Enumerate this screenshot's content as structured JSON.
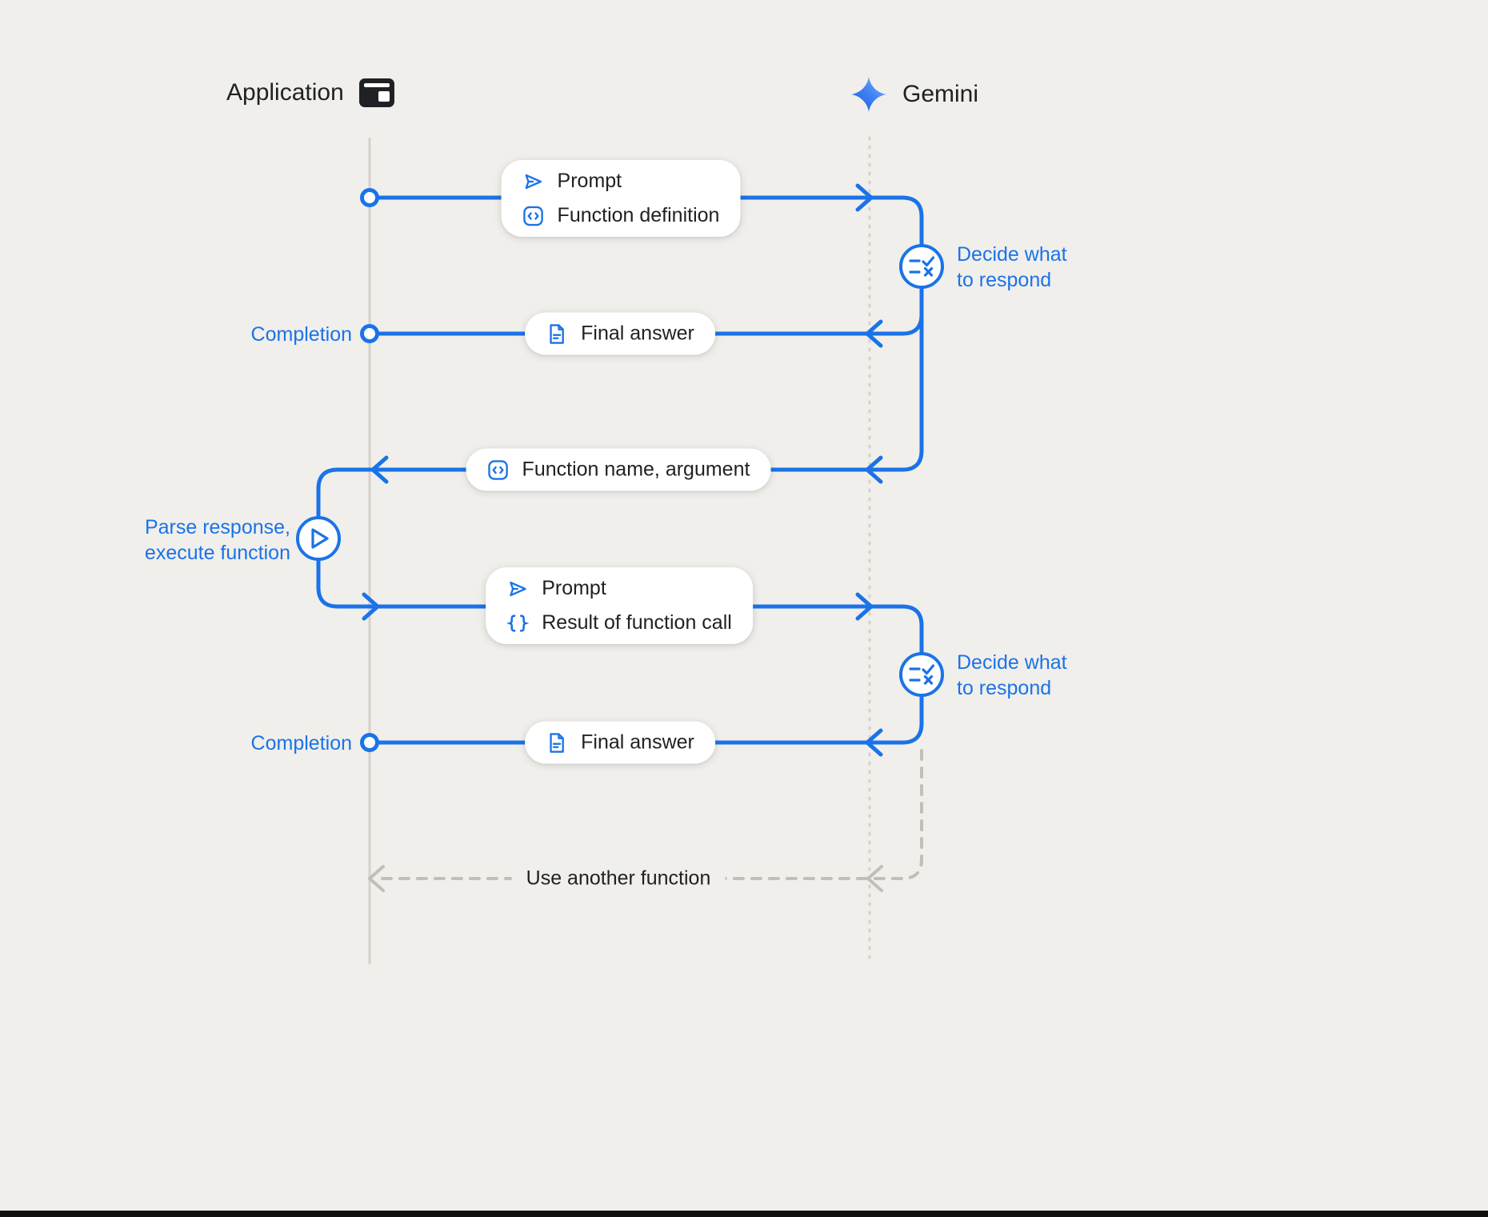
{
  "colors": {
    "accent": "#1a73e8",
    "text": "#202124",
    "background": "#f1efeb",
    "lifeline": "#d5d2ce",
    "dashed_loop": "#c2bfbb"
  },
  "actors": {
    "application": "Application",
    "gemini": "Gemini"
  },
  "pills": [
    {
      "rows": [
        {
          "icon": "send-icon",
          "label": "Prompt"
        },
        {
          "icon": "code-box-icon",
          "label": "Function definition"
        }
      ]
    },
    {
      "rows": [
        {
          "icon": "document-icon",
          "label": "Final answer"
        }
      ]
    },
    {
      "rows": [
        {
          "icon": "code-box-icon",
          "label": "Function name, argument"
        }
      ]
    },
    {
      "rows": [
        {
          "icon": "send-icon",
          "label": "Prompt"
        },
        {
          "icon": "braces-icon",
          "label": "Result of function call"
        }
      ]
    },
    {
      "rows": [
        {
          "icon": "document-icon",
          "label": "Final answer"
        }
      ]
    }
  ],
  "labels": {
    "completion_top": "Completion",
    "completion_bottom": "Completion",
    "decide_top": "Decide what\nto respond",
    "decide_bottom": "Decide what\nto respond",
    "parse_execute": "Parse response,\nexecute function",
    "use_another": "Use another function"
  }
}
